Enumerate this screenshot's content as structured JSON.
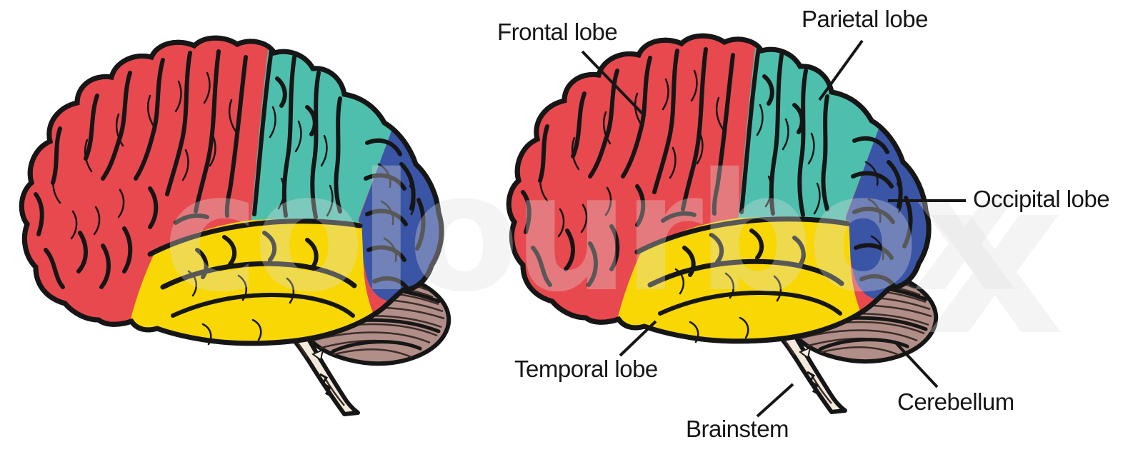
{
  "watermark": {
    "text": "colourbox",
    "overflow_letter": "x"
  },
  "colors": {
    "bg": "#ffffff",
    "ink": "#161616",
    "wm": "#dfdfdf",
    "cream-detail": "#f6f0e3",
    "cereb-wedge": "#eaddcb",
    "cereb-stripe": "#3b2d29"
  },
  "brain": {
    "views": [
      {
        "id": "left",
        "description": "unlabeled lateral view"
      },
      {
        "id": "right",
        "description": "labeled lateral view"
      }
    ],
    "regions": [
      {
        "id": "frontal",
        "name": "Frontal lobe",
        "color": "#e8494f"
      },
      {
        "id": "parietal",
        "name": "Parietal lobe",
        "color": "#4fbfad"
      },
      {
        "id": "occipital",
        "name": "Occipital lobe",
        "color": "#3a55a5"
      },
      {
        "id": "temporal",
        "name": "Temporal lobe",
        "color": "#f8d705"
      },
      {
        "id": "cerebellum",
        "name": "Cerebellum",
        "color": "#b18f88"
      },
      {
        "id": "brainstem",
        "name": "Brainstem",
        "color": "#f2e9db"
      }
    ]
  }
}
